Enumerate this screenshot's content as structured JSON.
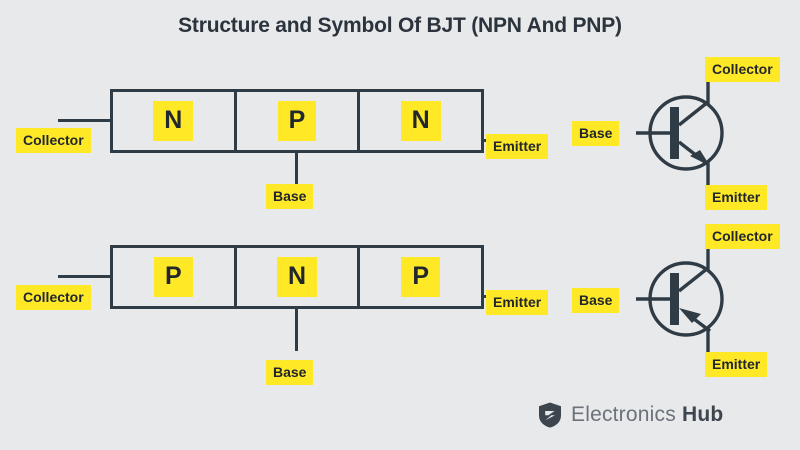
{
  "page": {
    "title": "Structure and Symbol Of BJT (NPN And PNP)",
    "background_color": "#e8e9eb",
    "line_color": "#2f3b45",
    "highlight_color": "#ffe927",
    "text_color": "#22272e"
  },
  "npn": {
    "structure": {
      "segments": [
        {
          "label": "N"
        },
        {
          "label": "P"
        },
        {
          "label": "N"
        }
      ],
      "terminals": {
        "collector": "Collector",
        "base": "Base",
        "emitter": "Emitter"
      }
    },
    "symbol": {
      "terminals": {
        "collector": "Collector",
        "base": "Base",
        "emitter": "Emitter"
      },
      "arrow_direction": "outward"
    }
  },
  "pnp": {
    "structure": {
      "segments": [
        {
          "label": "P"
        },
        {
          "label": "N"
        },
        {
          "label": "P"
        }
      ],
      "terminals": {
        "collector": "Collector",
        "base": "Base",
        "emitter": "Emitter"
      }
    },
    "symbol": {
      "terminals": {
        "collector": "Collector",
        "base": "Base",
        "emitter": "Emitter"
      },
      "arrow_direction": "inward"
    }
  },
  "logo": {
    "icon": "shield-bolt-icon",
    "text_light": "Electronics",
    "text_bold": "Hub"
  }
}
